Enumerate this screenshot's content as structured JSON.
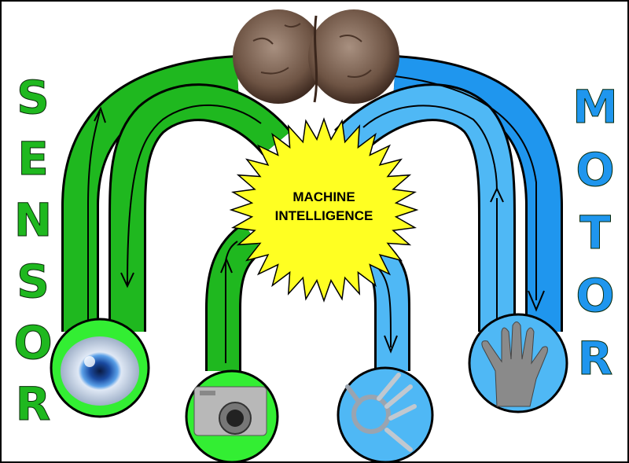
{
  "title": {
    "line1": "MACHINE",
    "line2": "INTELLIGENCE"
  },
  "left_label": "SENSOR",
  "right_label": "MOTOR",
  "colors": {
    "sensor": "#1fb81f",
    "sensor_light": "#33ee33",
    "motor": "#1f96ee",
    "motor_light": "#4fb8f5",
    "sun": "#ffff22",
    "letter_outline": "#0a5a0a"
  },
  "nodes": [
    "brain",
    "eye",
    "camera",
    "robot-hand",
    "human-hand"
  ]
}
